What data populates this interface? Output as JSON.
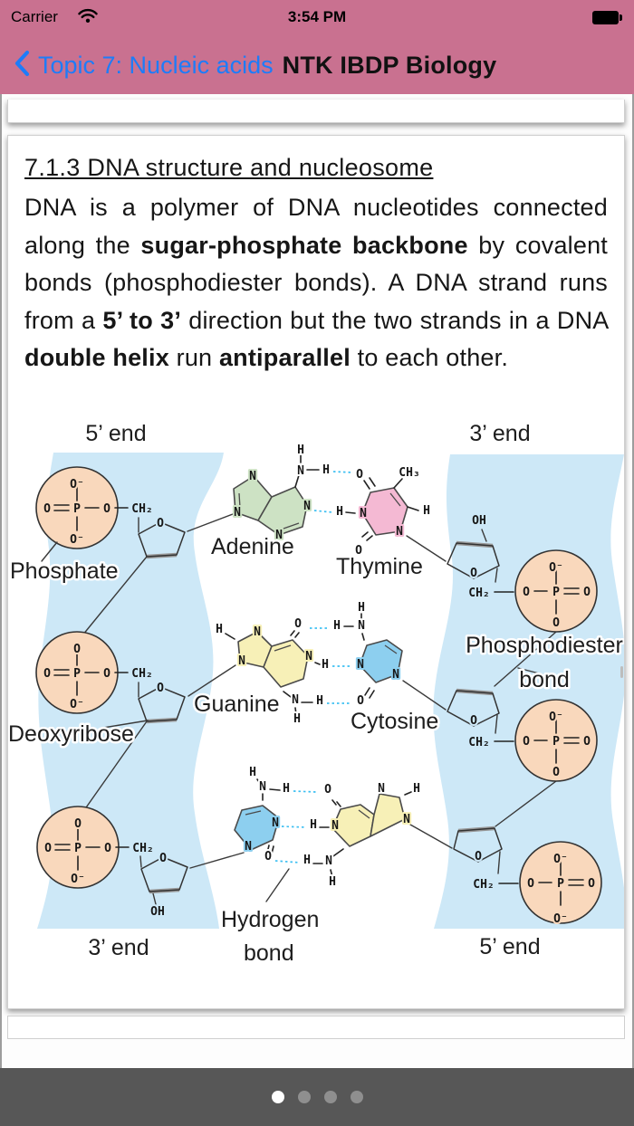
{
  "colors": {
    "header_pink": "#c97190",
    "link_blue": "#1d7cf9",
    "band_blue": "#cde8f7",
    "phosphate_fill": "#f9d8bc",
    "adenine_green": "#cde2c4",
    "thymine_pink": "#f4b9d3",
    "guanine_yellow": "#f7f0b7",
    "cytosine_blue": "#8dcfef",
    "hbond_cyan": "#3fc0f2",
    "footer_gray": "#575757"
  },
  "status_bar": {
    "carrier": "Carrier",
    "time": "3:54 PM"
  },
  "nav": {
    "back_label": "Topic 7: Nucleic acids",
    "title": "NTK IBDP Biology"
  },
  "lesson": {
    "heading": "7.1.3 DNA structure and nucleosome",
    "p": {
      "s0": "DNA is a polymer of DNA nucleotides connected along the ",
      "s1": "sugar-phosphate backbone",
      "s2": " by covalent bonds (phosphodiester bonds). A DNA strand runs from a ",
      "s3": "5’ to 3’",
      "s4": " direction but the two strands in a DNA ",
      "s5": "double helix",
      "s6": " run ",
      "s7": "antiparallel",
      "s8": " to each other."
    }
  },
  "diagram": {
    "labels": {
      "five_end_top": "5’ end",
      "three_end_top": "3’ end",
      "three_end_bottom": "3’ end",
      "five_end_bottom": "5’ end",
      "phosphate": "Phosphate",
      "deoxyribose": "Deoxyribose",
      "adenine": "Adenine",
      "thymine": "Thymine",
      "guanine": "Guanine",
      "cytosine": "Cytosine",
      "phosphodiester_line1": "Phosphodiester",
      "phosphodiester_line2": "bond",
      "hydrogen_line1": "Hydrogen",
      "hydrogen_line2": "bond"
    },
    "atoms": {
      "O": "O",
      "O_minus": "O⁻",
      "P": "P",
      "N": "N",
      "H": "H",
      "OH": "OH",
      "CH2": "CH₂",
      "CH3": "CH₃"
    }
  },
  "pager": {
    "dot_count": 4,
    "active_index": 0
  }
}
